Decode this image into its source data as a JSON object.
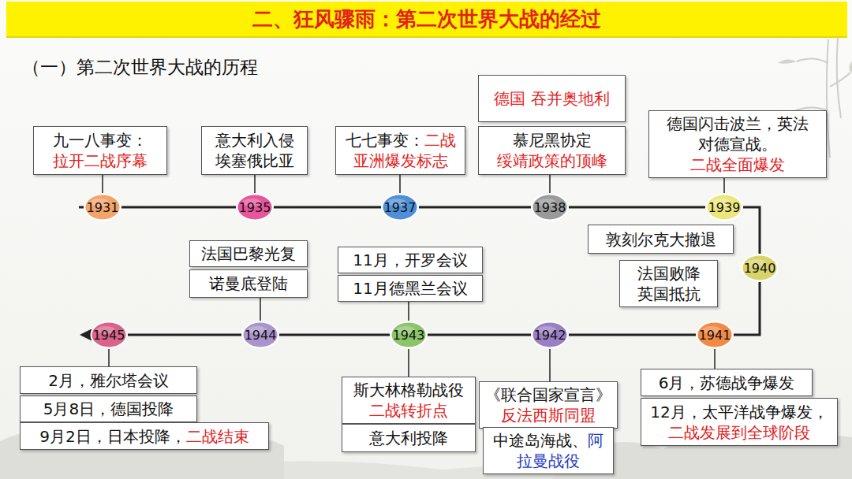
{
  "diagram": {
    "title": "二、狂风骤雨：第二次世界大战的经过",
    "nodes": [
      {
        "text": [
          "1931"
        ]
      },
      {
        "text": [
          "九一八事变：",
          "拉开二战序幕"
        ]
      },
      {
        "text": [
          "1935"
        ]
      },
      {
        "text": [
          "意大利入侵 埃塞俄比亚"
        ]
      },
      {
        "text": [
          "1937"
        ]
      },
      {
        "text": [
          "七七事变：",
          "二战 亚洲爆发标志"
        ]
      },
      {
        "text": [
          "1938"
        ]
      },
      {
        "text": [
          "德国 吞并奥地利"
        ]
      },
      {
        "text": [
          "慕尼黑协定",
          "绥靖政策的顶峰"
        ]
      },
      {
        "text": [
          "1939"
        ]
      },
      {
        "text": [
          "德国闪击波兰，英法 对德宣战。",
          "二战全面爆发"
        ]
      },
      {
        "text": [
          "1940"
        ]
      },
      {
        "text": [
          "敦刻尔克大撤退"
        ]
      },
      {
        "text": [
          "法国败降 英国抵抗"
        ]
      },
      {
        "text": [
          "1941"
        ]
      },
      {
        "text": [
          "6月，苏德战争爆发"
        ]
      },
      {
        "text": [
          "12月，太平洋战争爆发，",
          "二战发展到全球阶段"
        ]
      },
      {
        "text": [
          "1942"
        ]
      },
      {
        "text": [
          "《联合国家宣言》",
          "反法西斯同盟"
        ]
      },
      {
        "text": [
          "中途岛海战、",
          "阿 拉曼战役"
        ]
      },
      {
        "text": [
          "1943"
        ]
      },
      {
        "text": [
          "11月，开罗会议"
        ]
      },
      {
        "text": [
          "11月德黑兰会议"
        ]
      },
      {
        "text": [
          "斯大林格勒战役",
          "二战转折点"
        ]
      },
      {
        "text": [
          "意大利投降"
        ]
      },
      {
        "text": [
          "1944"
        ]
      },
      {
        "text": [
          "法国巴黎光复"
        ]
      },
      {
        "text": [
          "诺曼底登陆"
        ]
      },
      {
        "text": [
          "1945"
        ]
      },
      {
        "text": [
          "2月，雅尔塔会议"
        ]
      },
      {
        "text": [
          "5月8日，德国投降"
        ]
      },
      {
        "text": [
          "9月2日，日本投降，",
          "二战结束"
        ]
      }
    ],
    "edges": [
      {
        "from": 0,
        "to": 2,
        "arrow": "none"
      },
      {
        "from": 2,
        "to": 4,
        "arrow": "none"
      },
      {
        "from": 4,
        "to": 6,
        "arrow": "none"
      },
      {
        "from": 6,
        "to": 9,
        "arrow": "none"
      },
      {
        "from": 9,
        "to": 11,
        "arrow": "none"
      },
      {
        "from": 11,
        "to": 14,
        "arrow": "none"
      },
      {
        "from": 14,
        "to": 17,
        "arrow": "none"
      },
      {
        "from": 17,
        "to": 20,
        "arrow": "none"
      },
      {
        "from": 20,
        "to": 25,
        "arrow": "none"
      },
      {
        "from": 25,
        "to": 28,
        "arrow": "none"
      },
      {
        "from": 0,
        "to": 1,
        "arrow": "none"
      },
      {
        "from": 2,
        "to": 3,
        "arrow": "none"
      },
      {
        "from": 4,
        "to": 5,
        "arrow": "none"
      },
      {
        "from": 6,
        "to": 8,
        "arrow": "none"
      },
      {
        "from": 9,
        "to": 10,
        "arrow": "none"
      },
      {
        "from": 14,
        "to": 15,
        "arrow": "none"
      },
      {
        "from": 17,
        "to": 18,
        "arrow": "none"
      },
      {
        "from": 20,
        "to": 22,
        "arrow": "none"
      },
      {
        "from": 20,
        "to": 23,
        "arrow": "none"
      },
      {
        "from": 25,
        "to": 27,
        "arrow": "none"
      },
      {
        "from": 28,
        "to": 29,
        "arrow": "none"
      }
    ],
    "labels": [
      "（一）第二次世界大战的历程"
    ]
  }
}
